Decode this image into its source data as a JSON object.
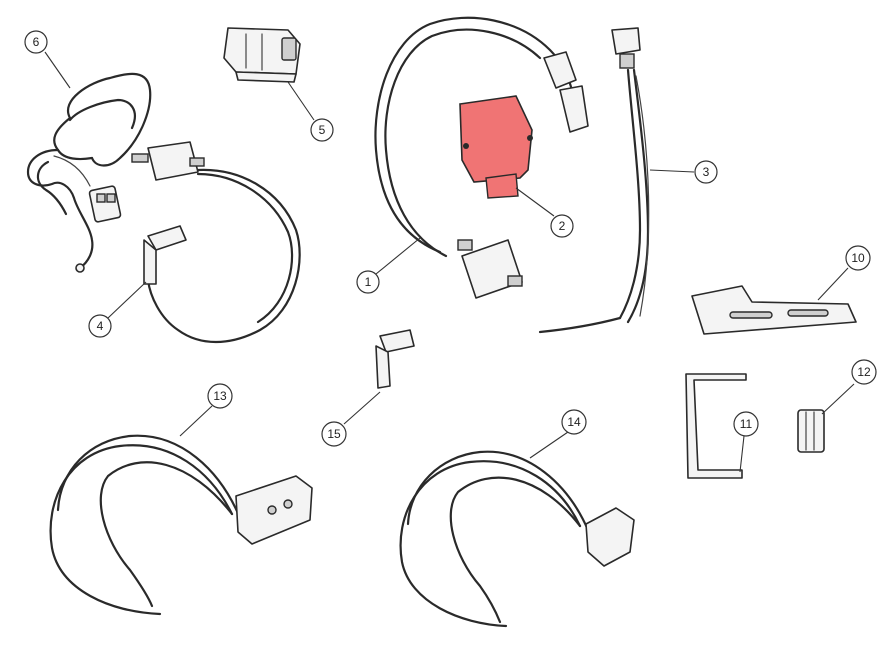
{
  "accent_color": "#f07474",
  "callouts": [
    {
      "id": "1",
      "label": "1"
    },
    {
      "id": "2",
      "label": "2"
    },
    {
      "id": "3",
      "label": "3"
    },
    {
      "id": "4",
      "label": "4"
    },
    {
      "id": "5",
      "label": "5"
    },
    {
      "id": "6",
      "label": "6"
    },
    {
      "id": "10",
      "label": "10"
    },
    {
      "id": "11",
      "label": "11"
    },
    {
      "id": "12",
      "label": "12"
    },
    {
      "id": "13",
      "label": "13"
    },
    {
      "id": "14",
      "label": "14"
    },
    {
      "id": "15",
      "label": "15"
    }
  ]
}
